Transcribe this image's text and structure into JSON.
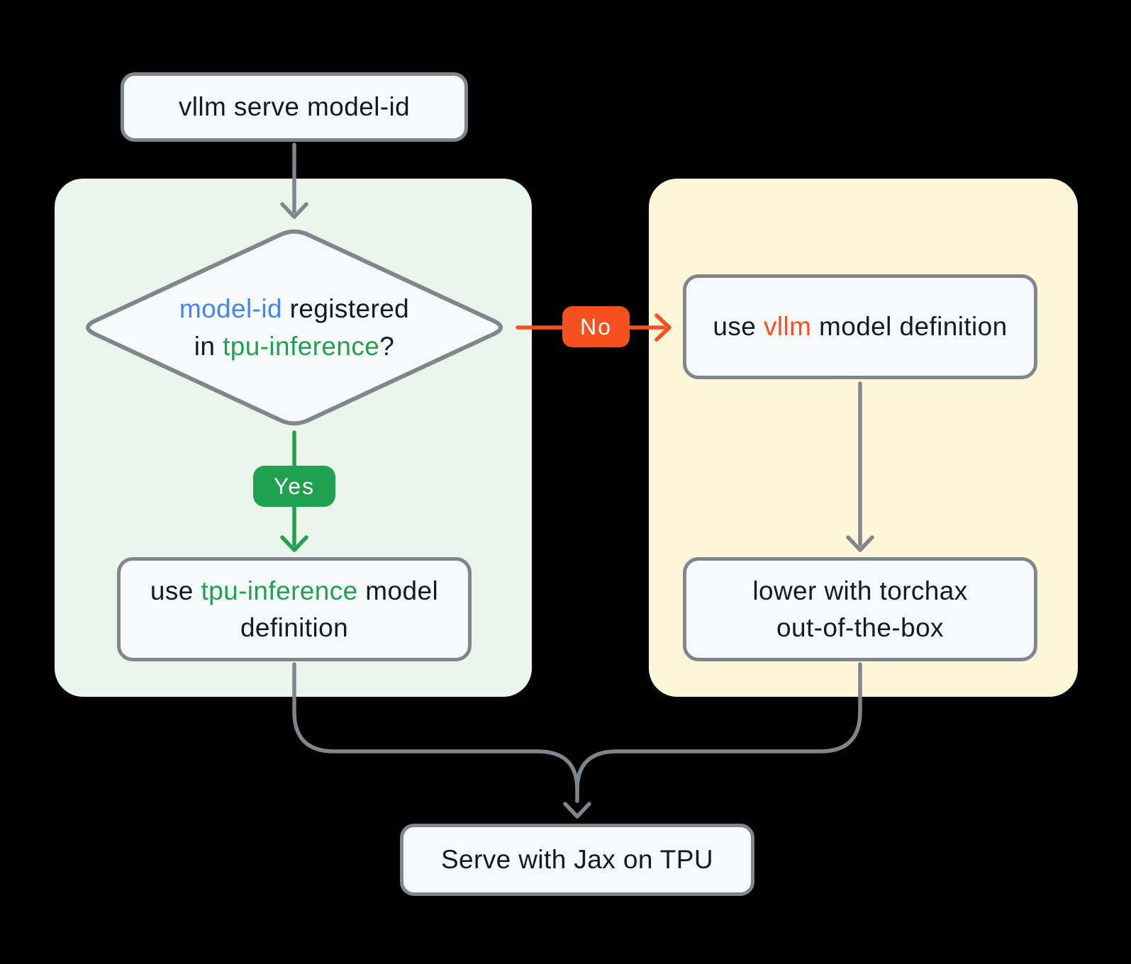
{
  "colors": {
    "bg": "#000000",
    "panel-green": "#EAF5EC",
    "panel-yellow": "#FDF6D8",
    "node-fill": "#F8F9FA",
    "stroke-gray": "#80868B",
    "text-dark": "#18191B",
    "accent-blue": "#4285F4",
    "accent-green": "#1FA24F",
    "accent-orange": "#F7501F"
  },
  "nodes": {
    "start": {
      "label": "vllm serve model-id"
    },
    "decision": {
      "highlight_model_id": "model-id",
      "after_model_id": " registered",
      "line2_pre": "in ",
      "highlight_tpu_inference": "tpu-inference",
      "suffix": "?"
    },
    "use_tpu_inference": {
      "pre": "use ",
      "highlight": "tpu-inference",
      "after": " model",
      "line2": "definition"
    },
    "use_vllm": {
      "pre": "use ",
      "highlight": "vllm",
      "after": " model definition"
    },
    "torchax": {
      "line1": "lower with torchax",
      "line2": "out-of-the-box"
    },
    "serve": {
      "label": "Serve with Jax on TPU"
    }
  },
  "edges": {
    "yes_label": "Yes",
    "no_label": "No"
  }
}
